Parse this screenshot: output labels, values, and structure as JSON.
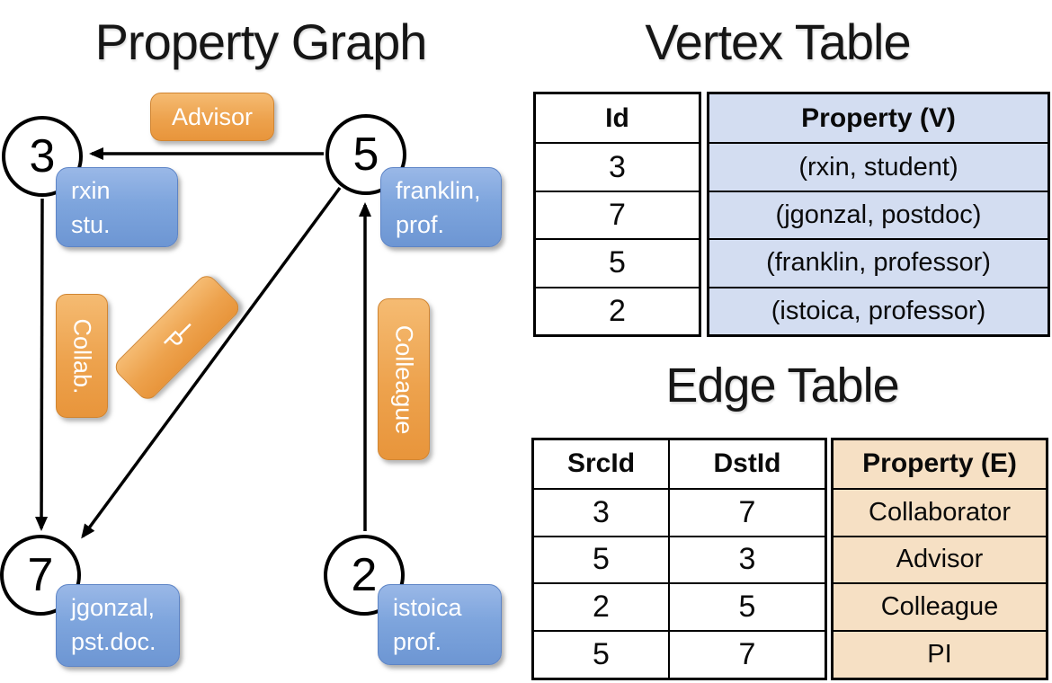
{
  "titles": {
    "graph": "Property Graph",
    "vertex": "Vertex Table",
    "edge": "Edge Table"
  },
  "graph": {
    "nodes": [
      {
        "id": "3",
        "label_line1": "rxin",
        "label_line2": "stu."
      },
      {
        "id": "5",
        "label_line1": "franklin,",
        "label_line2": "prof."
      },
      {
        "id": "7",
        "label_line1": "jgonzal,",
        "label_line2": "pst.doc."
      },
      {
        "id": "2",
        "label_line1": "istoica",
        "label_line2": "prof."
      }
    ],
    "edge_labels": {
      "advisor": "Advisor",
      "collab": "Collab.",
      "colleague": "Colleague",
      "pi_letters": [
        "P",
        "I"
      ]
    },
    "edges": [
      {
        "from": "5",
        "to": "3",
        "label": "Advisor"
      },
      {
        "from": "3",
        "to": "7",
        "label": "Collab."
      },
      {
        "from": "5",
        "to": "7",
        "label": "PI"
      },
      {
        "from": "2",
        "to": "5",
        "label": "Colleague"
      }
    ]
  },
  "vertex_table": {
    "headers": {
      "id": "Id",
      "property": "Property (V)"
    },
    "rows": [
      {
        "id": "3",
        "property": "(rxin, student)"
      },
      {
        "id": "7",
        "property": "(jgonzal, postdoc)"
      },
      {
        "id": "5",
        "property": "(franklin, professor)"
      },
      {
        "id": "2",
        "property": "(istoica, professor)"
      }
    ]
  },
  "edge_table": {
    "headers": {
      "src": "SrcId",
      "dst": "DstId",
      "property": "Property (E)"
    },
    "rows": [
      {
        "src": "3",
        "dst": "7",
        "property": "Collaborator"
      },
      {
        "src": "5",
        "dst": "3",
        "property": "Advisor"
      },
      {
        "src": "2",
        "dst": "5",
        "property": "Colleague"
      },
      {
        "src": "5",
        "dst": "7",
        "property": "PI"
      }
    ]
  },
  "colors": {
    "background": "#ffffff",
    "line": "#000000",
    "orange_box_top": "#f5bb72",
    "orange_box_bottom": "#e8953b",
    "blue_box_top": "#9ab8e7",
    "blue_box_bottom": "#6d96d3",
    "vertex_property_fill": "#d3ddf1",
    "edge_property_fill": "#f6e0c4",
    "table_border": "#000000",
    "box_text": "#ffffff",
    "title_text": "#161616"
  }
}
